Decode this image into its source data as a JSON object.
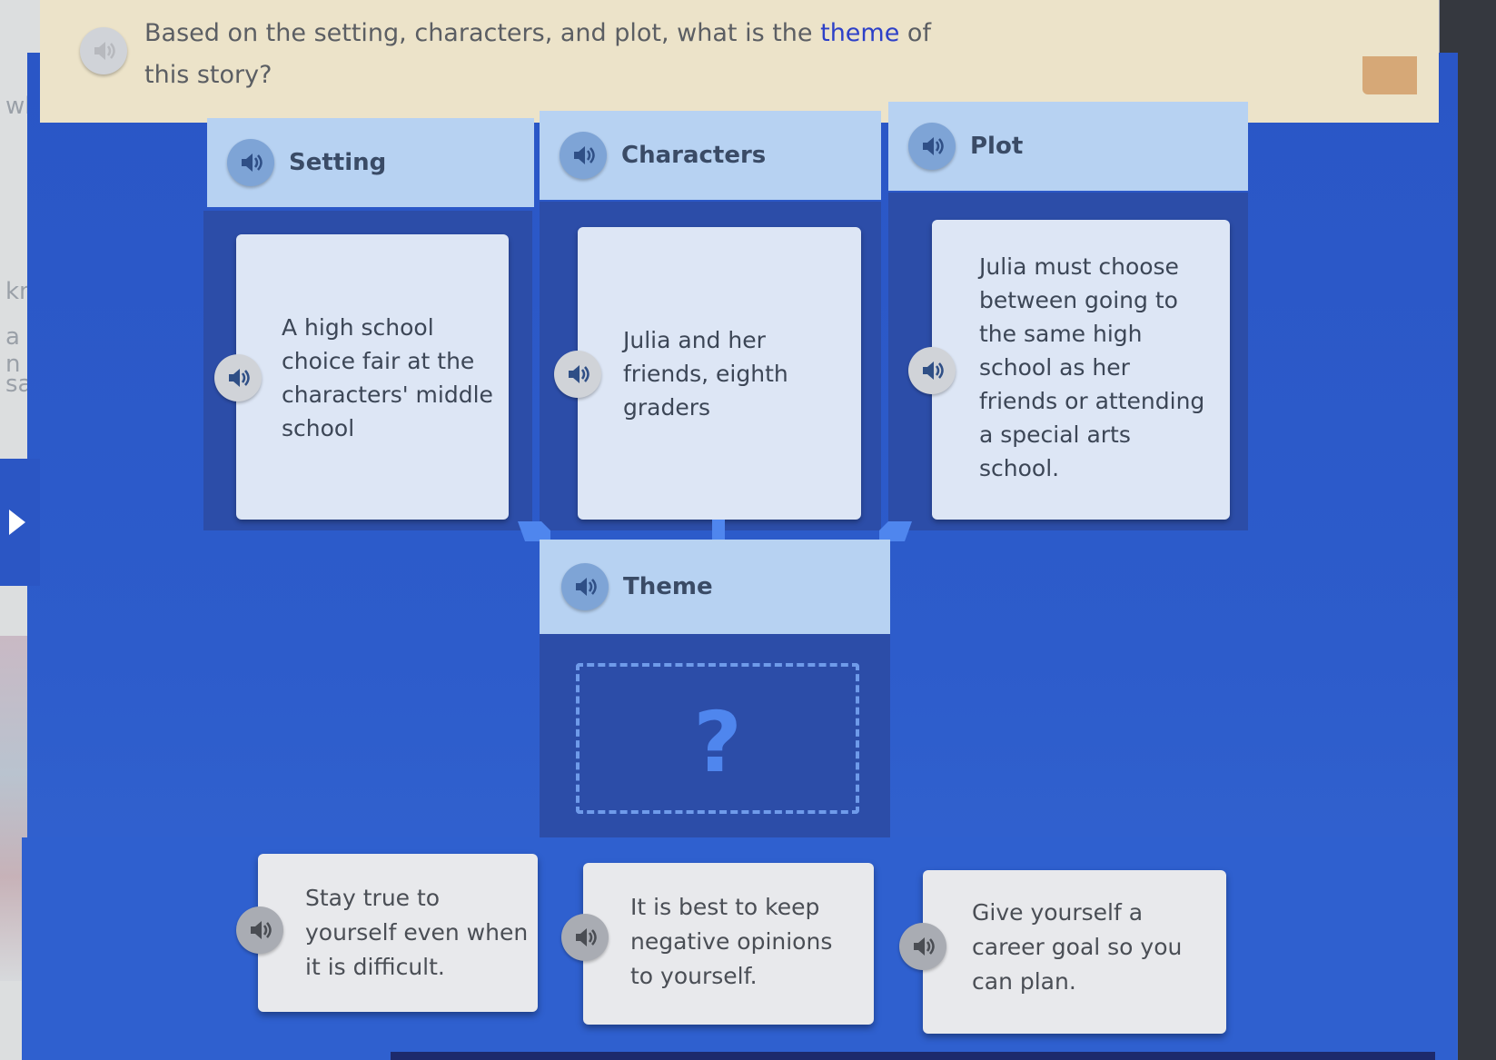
{
  "left_fragments": [
    "wh",
    "kne",
    "a n",
    "sai"
  ],
  "question": {
    "before": "Based on the setting, characters, and plot, what is the ",
    "keyword": "theme",
    "after": " of this story?"
  },
  "columns": [
    {
      "header": "Setting",
      "card_lines": [
        "A high school",
        "choice fair at the",
        "characters' middle",
        "school"
      ]
    },
    {
      "header": "Characters",
      "card_lines": [
        "Julia and her",
        "friends, eighth",
        "graders"
      ]
    },
    {
      "header": "Plot",
      "card_lines": [
        "Julia must choose",
        "between going to",
        "the same high",
        "school as her",
        "friends or attending",
        "a special arts",
        "school."
      ]
    }
  ],
  "theme": {
    "header": "Theme",
    "placeholder": "?"
  },
  "answers": [
    {
      "lines": [
        "Stay true to",
        "yourself even when",
        "it is difficult."
      ]
    },
    {
      "lines": [
        "It is best to keep",
        "negative opinions",
        "to yourself."
      ]
    },
    {
      "lines": [
        "Give yourself a",
        "career goal so you",
        "can plan."
      ]
    }
  ],
  "colors": {
    "stage_blue": "#2a56c6",
    "header_light_blue": "#b7d2f2",
    "question_bar": "#ece3c9",
    "keyword": "#2d40c8",
    "drop_zone": "#6f9bea"
  },
  "icons": {
    "speaker": "speaker-icon",
    "arrow": "arrow-down-icon",
    "expand": "triangle-right-icon"
  }
}
